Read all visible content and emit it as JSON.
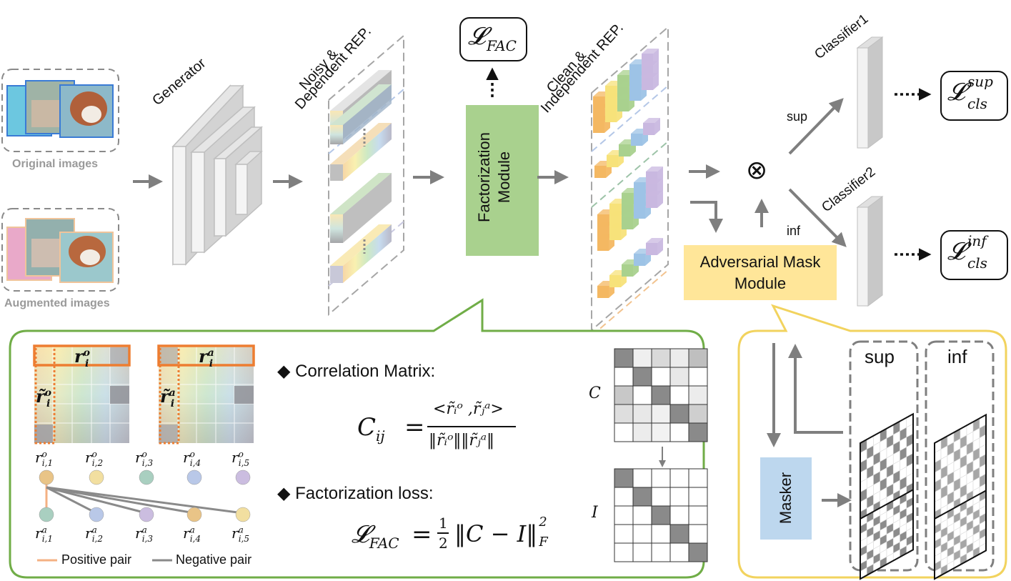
{
  "inputs": {
    "original_caption": "Original images",
    "augmented_caption": "Augmented images"
  },
  "generator_label": "Generator",
  "noisy_label_line1": "Noisy &",
  "noisy_label_line2": "Dependent REP.",
  "clean_label_line1": "Clean &",
  "clean_label_line2": "Independent REP.",
  "factorization_module": {
    "line1": "Factorization",
    "line2": "Module"
  },
  "fac_loss_box": {
    "main": "𝓛",
    "sub": "FAC"
  },
  "adversarial_module": {
    "line1": "Adversarial Mask",
    "line2": "Module"
  },
  "otimes_symbol": "⊗",
  "branch_sup": "sup",
  "branch_inf": "inf",
  "classifier1": "Classifier1",
  "classifier2": "Classifier2",
  "loss_sup": {
    "main": "𝓛",
    "sup": "sup",
    "sub": "cls"
  },
  "loss_inf": {
    "main": "𝓛",
    "sup": "inf",
    "sub": "cls"
  },
  "detail_left": {
    "r_o_head": "r",
    "r_o_sub": "i",
    "r_o_sup": "o",
    "r_a_sup": "a",
    "rtilde_o": "r̃",
    "node_base": "r",
    "node_sub_prefix": "i,",
    "top_indices": [
      "1",
      "2",
      "3",
      "4",
      "5"
    ],
    "bottom_indices": [
      "1",
      "2",
      "3",
      "4",
      "5"
    ],
    "legend_positive": "Positive pair",
    "legend_negative": "Negative pair"
  },
  "formulas": {
    "bullet1": "◆ Correlation Matrix:",
    "bullet2": "◆ Factorization loss:",
    "cij_lhs": "C",
    "cij_sub": "ij",
    "equals": "=",
    "numerator": "<r̃ᵢᵒ ,r̃ⱼᵃ>",
    "denominator": "‖r̃ᵢᵒ‖‖r̃ⱼᵃ‖",
    "lfac_lhs": "𝓛",
    "lfac_sub": "FAC",
    "half_num": "1",
    "half_den": "2",
    "norm_expr": "‖C  −  I‖",
    "norm_sup": "2",
    "norm_sub": "F"
  },
  "matrix_labels": {
    "c": "C",
    "i": "I"
  },
  "masker": {
    "label": "Masker",
    "sup": "sup",
    "inf": "inf"
  },
  "colors": {
    "green_box": "#a9d18e",
    "yellow_box": "#ffe699",
    "blue_box": "#bdd7ee",
    "green_border": "#70ad47",
    "yellow_border": "#f2d35e",
    "arrow_gray": "#7f7f7f",
    "orange": "#ed7d31"
  }
}
